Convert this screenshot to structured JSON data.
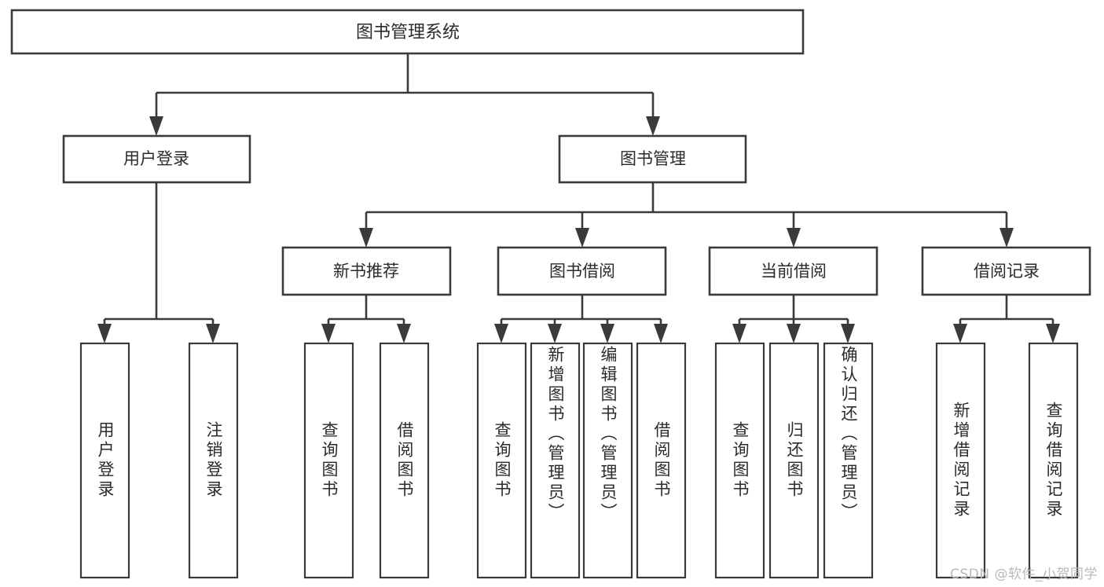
{
  "diagram": {
    "title": "图书管理系统",
    "type": "hierarchy-tree",
    "watermark": "CSDN @软件_小贺同学",
    "colors": {
      "background": "#ffffff",
      "box_fill": "#ffffff",
      "box_stroke": "#3a3a3a",
      "text": "#2b2b2b",
      "watermark": "#b9b9b9"
    },
    "root": {
      "label": "图书管理系统"
    },
    "level2": [
      {
        "label": "用户登录"
      },
      {
        "label": "图书管理"
      }
    ],
    "level3": [
      {
        "label": "新书推荐"
      },
      {
        "label": "图书借阅"
      },
      {
        "label": "当前借阅"
      },
      {
        "label": "借阅记录"
      }
    ],
    "leaves": {
      "user_login": [
        {
          "label": "用户登录"
        },
        {
          "label": "注销登录"
        }
      ],
      "new_book_recommend": [
        {
          "label": "查询图书"
        },
        {
          "label": "借阅图书"
        }
      ],
      "book_borrow": [
        {
          "label": "查询图书"
        },
        {
          "label": "新增图书（管理员）"
        },
        {
          "label": "编辑图书（管理员）"
        },
        {
          "label": "借阅图书"
        }
      ],
      "current_borrow": [
        {
          "label": "查询图书"
        },
        {
          "label": "归还图书"
        },
        {
          "label": "确认归还（管理员）"
        }
      ],
      "borrow_record": [
        {
          "label": "新增借阅记录"
        },
        {
          "label": "查询借阅记录"
        }
      ]
    }
  }
}
